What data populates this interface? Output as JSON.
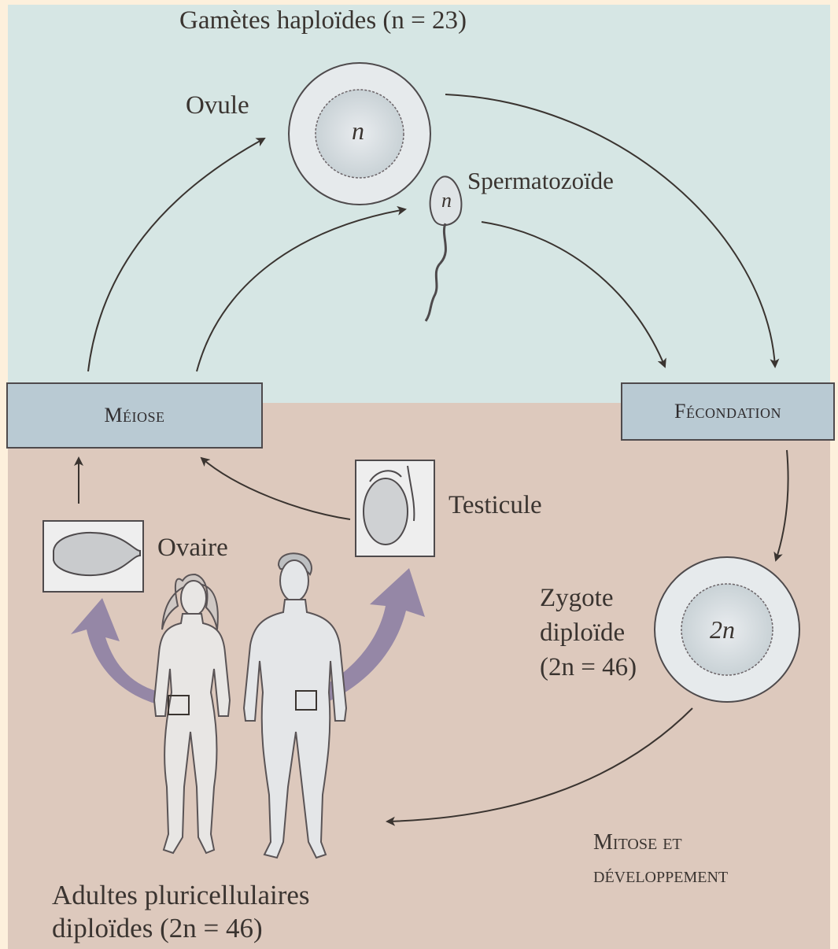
{
  "title": "Gamètes haploïdes (n = 23)",
  "labels": {
    "ovule": "Ovule",
    "spermatozoide": "Spermatozoïde",
    "ovaire": "Ovaire",
    "testicule": "Testicule",
    "zygote_line1": "Zygote",
    "zygote_line2": "diploïde",
    "zygote_line3": "(2n = 46)",
    "adultes_line1": "Adultes pluricellulaires",
    "adultes_line2": "diploïdes (2n = 46)",
    "mitose_line1": "Mitose et",
    "mitose_line2": "développement"
  },
  "boxes": {
    "meiose": "Méiose",
    "fecondation": "Fécondation"
  },
  "cell_marks": {
    "ovule": "n",
    "spermatozoide": "n",
    "zygote": "2n"
  },
  "colors": {
    "haploid_zone": "#d6e6e4",
    "diploid_zone": "#ddc9bd",
    "process_box": "#b9cad3",
    "organ_arrow": "#8d7fa3",
    "outline": "#4e4a4c"
  }
}
